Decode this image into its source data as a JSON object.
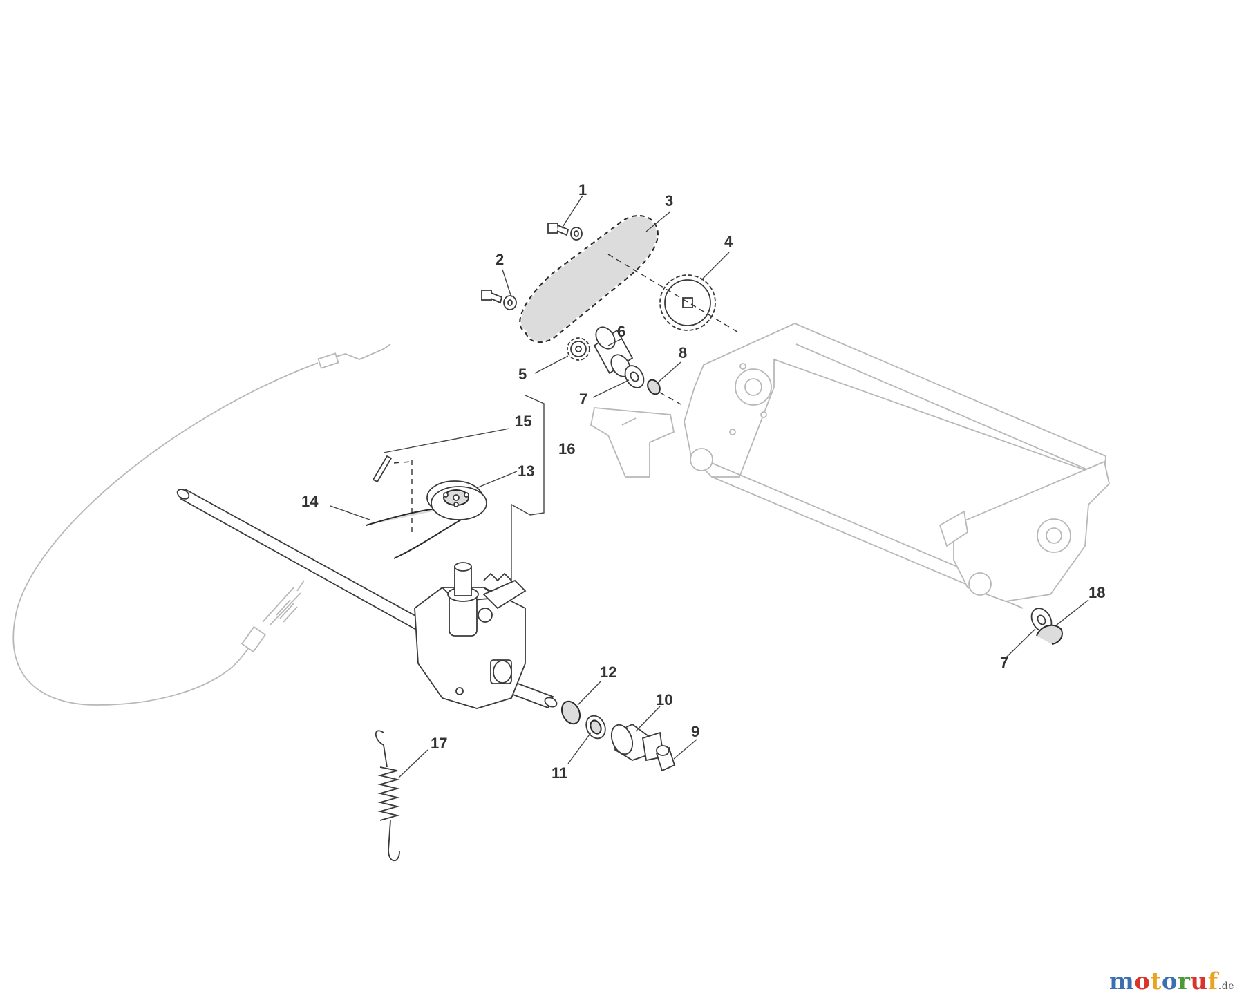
{
  "callouts": {
    "c1": "1",
    "c2": "2",
    "c3": "3",
    "c4": "4",
    "c5": "5",
    "c6": "6",
    "c7a": "7",
    "c7b": "7",
    "c8": "8",
    "c9": "9",
    "c10": "10",
    "c11": "11",
    "c12": "12",
    "c13": "13",
    "c14": "14",
    "c15": "15",
    "c16": "16",
    "c17": "17",
    "c18": "18"
  },
  "watermark": {
    "text": "motoruf",
    "suffix": ".de",
    "colors": [
      "#3a6fb0",
      "#d9342b",
      "#e8a321",
      "#3a6fb0",
      "#4a9a3c",
      "#d9342b",
      "#e8a321"
    ]
  },
  "colors": {
    "ink": "#333333",
    "faint_part": "#b8b8b8"
  }
}
